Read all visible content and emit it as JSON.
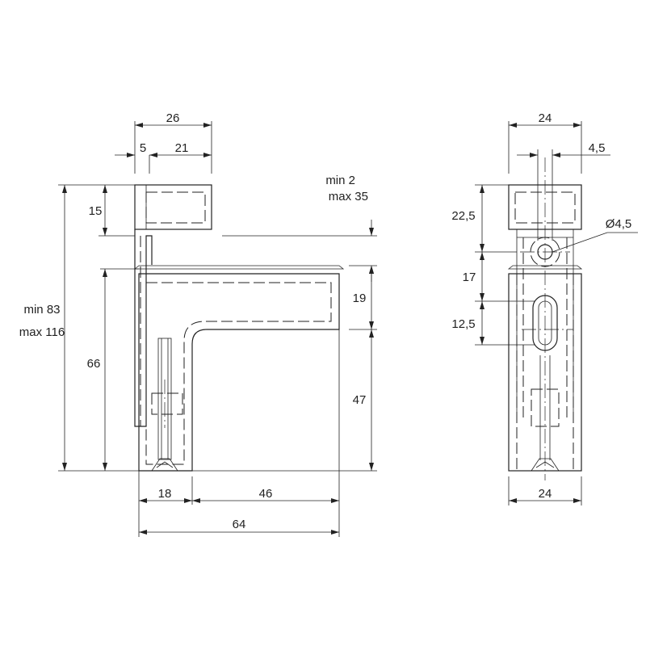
{
  "side_view": {
    "dim_total_width": "26",
    "dim_left_offset": "5",
    "dim_clamp_width": "21",
    "dim_clamp_height": "15",
    "dim_gap_min": "min 2",
    "dim_gap_max": "max 35",
    "dim_arm_height": "19",
    "dim_lower_height": "47",
    "dim_body_height": "66",
    "dim_overall_min": "min 83",
    "dim_overall_max": "max 116",
    "dim_base_width": "18",
    "dim_arm_length": "46",
    "dim_total_length": "64"
  },
  "front_view": {
    "dim_top_width": "24",
    "dim_hole_offset": "4,5",
    "dim_clamp_height": "22,5",
    "dim_hole_diameter": "Ø4,5",
    "dim_slot_start": "17",
    "dim_slot_length": "12,5",
    "dim_bottom_width": "24"
  }
}
